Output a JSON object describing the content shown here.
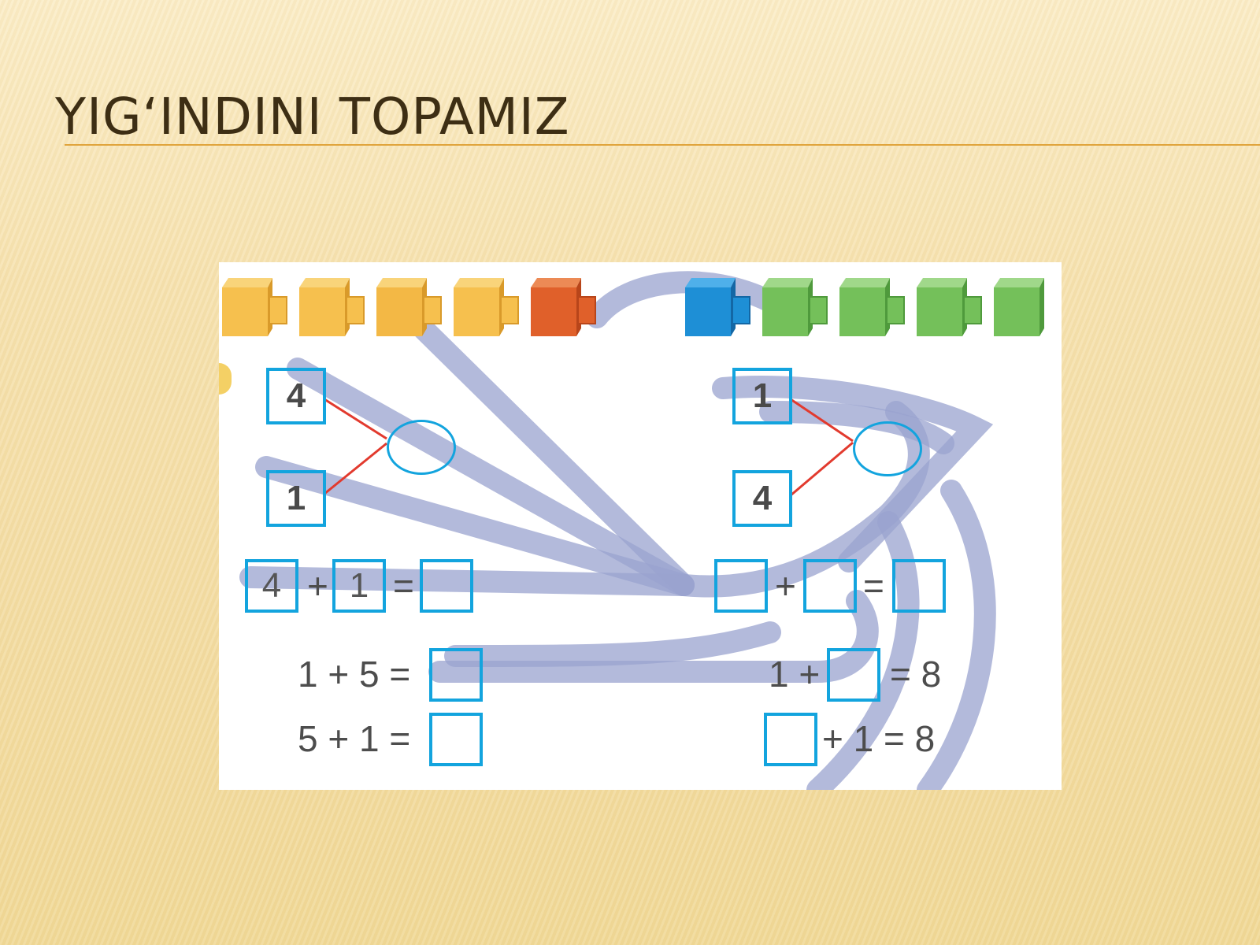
{
  "slide": {
    "title": "YIG‘INDINI TOPAMIZ"
  },
  "colors": {
    "orange_block": "#f6c04e",
    "red_block": "#e0602a",
    "blue_block": "#1e8fd6",
    "green_block": "#74c05a",
    "box_border": "#13a4de",
    "connector": "#e23a2e",
    "watermark": "#9aa3cf",
    "title_rule": "#e0a43c"
  },
  "blocks": [
    "orange",
    "orange",
    "orange",
    "orange",
    "red",
    "blue",
    "green",
    "green",
    "green",
    "green"
  ],
  "left_panel": {
    "top_number": "4",
    "bottom_number": "1",
    "equation": {
      "a": "4",
      "plus": "+",
      "b": "1",
      "equals": "=",
      "result": ""
    },
    "line1": {
      "text": "1 + 5 =",
      "answer": ""
    },
    "line2": {
      "text": "5 + 1 =",
      "answer": ""
    }
  },
  "right_panel": {
    "top_number": "1",
    "bottom_number": "4",
    "equation": {
      "a": "",
      "plus": "+",
      "b": "",
      "equals": "=",
      "result": ""
    },
    "line1": {
      "prefix": "1 +",
      "answer": "",
      "suffix": "= 8"
    },
    "line2": {
      "answer": "",
      "suffix": "+ 1 = 8"
    }
  }
}
